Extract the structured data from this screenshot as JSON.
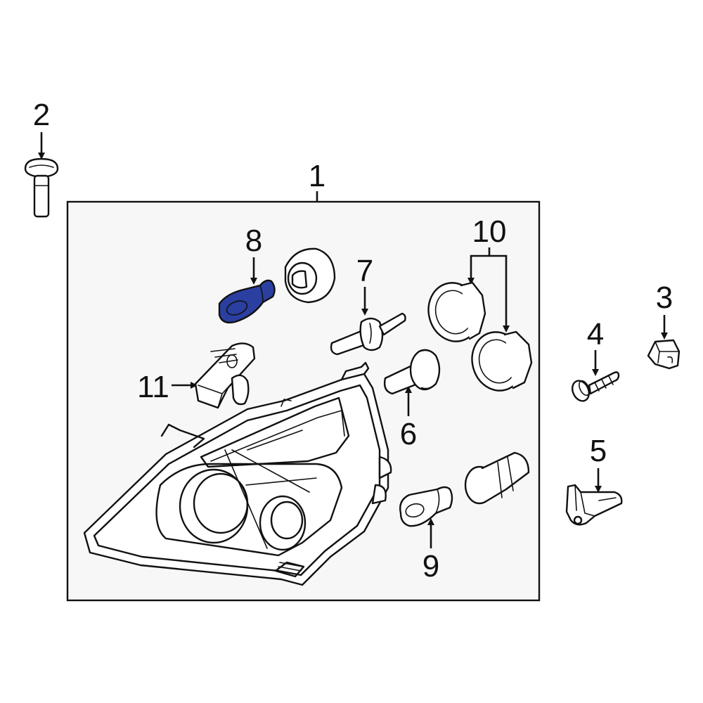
{
  "diagram": {
    "callouts": {
      "c1": "1",
      "c2": "2",
      "c3": "3",
      "c4": "4",
      "c5": "5",
      "c6": "6",
      "c7": "7",
      "c8": "8",
      "c9": "9",
      "c10": "10",
      "c11": "11"
    },
    "highlight_part": "8",
    "colors": {
      "highlight": "#2b3fa0",
      "line": "#111111",
      "panel": "#f7f7f7",
      "background": "#ffffff"
    }
  }
}
